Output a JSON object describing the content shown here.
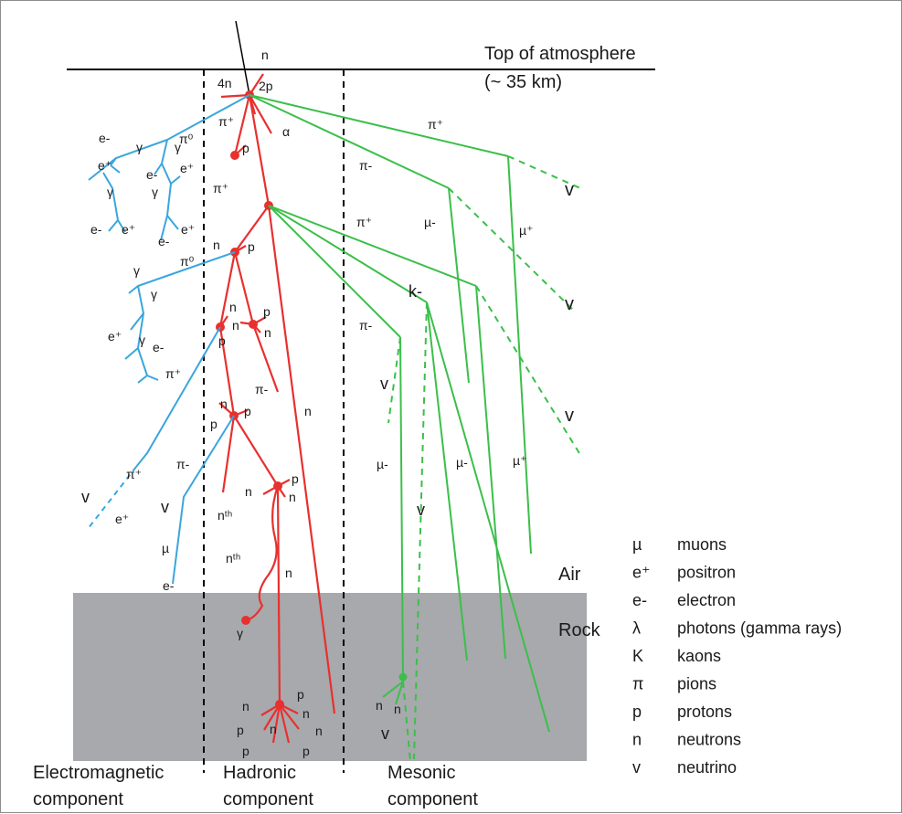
{
  "header": {
    "top_line1": "Top of atmosphere",
    "top_line2": "(~ 35 km)"
  },
  "layers": {
    "air": "Air",
    "rock": "Rock"
  },
  "components": {
    "em_line1": "Electromagnetic",
    "em_line2": "component",
    "had_line1": "Hadronic",
    "had_line2": "component",
    "mes_line1": "Mesonic",
    "mes_line2": "component"
  },
  "legend": [
    {
      "sym": "µ",
      "desc": "muons"
    },
    {
      "sym": "e⁺",
      "desc": "positron"
    },
    {
      "sym": "e-",
      "desc": "electron"
    },
    {
      "sym": "λ",
      "desc": "photons (gamma rays)"
    },
    {
      "sym": "K",
      "desc": "kaons"
    },
    {
      "sym": "π",
      "desc": "pions"
    },
    {
      "sym": "p",
      "desc": "protons"
    },
    {
      "sym": "n",
      "desc": "neutrons"
    },
    {
      "sym": "v",
      "desc": "neutrino"
    }
  ],
  "particles": {
    "top": {
      "n": "n",
      "four_n": "4n",
      "two_p": "2p",
      "pi_plus": "π⁺",
      "alpha": "α",
      "pi_zero": "π⁰",
      "p": "p"
    },
    "em": {
      "e_minus": "e-",
      "e_plus": "e⁺",
      "gamma": "γ",
      "pi_zero": "π⁰",
      "pi_plus": "π⁺",
      "pi_minus": "π-",
      "nu": "v",
      "mu": "µ"
    },
    "had": {
      "n": "n",
      "p": "p",
      "pi_plus": "π⁺",
      "pi_minus": "π-",
      "nth": "nᵗʰ",
      "gamma": "γ"
    },
    "mes": {
      "pi_plus": "π⁺",
      "pi_minus": "π-",
      "mu_minus": "µ-",
      "mu_plus": "µ⁺",
      "nu": "v",
      "k_minus": "k-",
      "n": "n"
    }
  },
  "colors": {
    "em": "#3aa6dd",
    "had": "#e8302f",
    "mes": "#3bbf4a",
    "rock": "#a7a9ac",
    "axis": "#000000"
  }
}
